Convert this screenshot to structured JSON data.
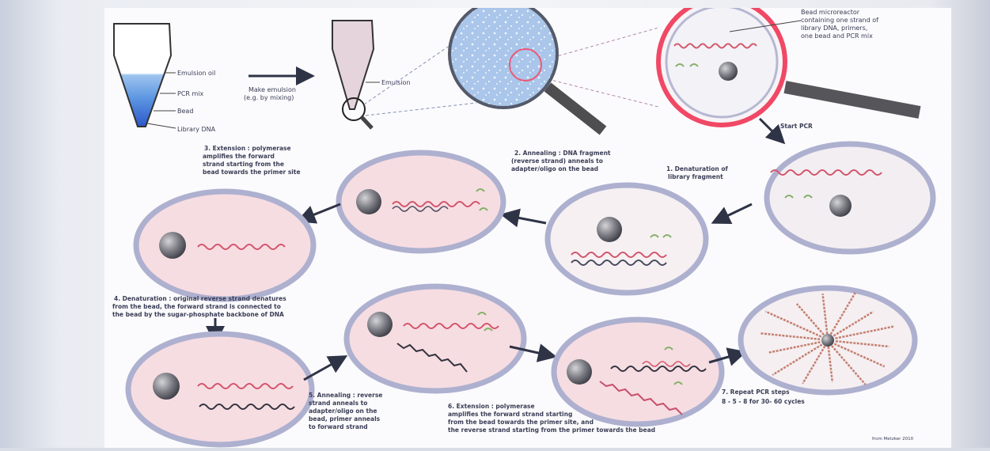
{
  "tube": {
    "labels": [
      "Emulsion oil",
      "PCR mix",
      "Bead",
      "Library DNA"
    ],
    "make_emulsion": [
      "Make emulsion",
      "(e.g. by mixing)"
    ],
    "emulsion": "Emulsion"
  },
  "microreactor": [
    "Bead microreactor",
    "containing one strand of",
    "library DNA, primers,",
    "one bead and PCR mix"
  ],
  "start_pcr": "Start PCR",
  "steps": {
    "s1": [
      "1. Denaturation of",
      "library fragment"
    ],
    "s2": [
      "2. Annealing : DNA fragment",
      "(reverse strand) anneals to",
      "adapter/oligo on the bead"
    ],
    "s3": [
      "3. Extension : polymerase",
      "amplifies the forward",
      "strand starting from the",
      "bead towards the primer site"
    ],
    "s4": [
      "4. Denaturation : original reverse strand denatures",
      "from the bead, the forward strand is connected to",
      "the bead by the sugar-phosphate backbone of DNA"
    ],
    "s5": [
      "5. Annealing : reverse",
      "strand anneals to",
      "adapter/oligo on the",
      "bead, primer anneals",
      "to forward strand"
    ],
    "s6": [
      "6. Extension : polymerase",
      "amplifies the forward strand starting",
      "from the bead towards the primer site, and",
      "the reverse strand starting from the primer towards the bead"
    ],
    "s7": [
      "7. Repeat PCR steps",
      "8 - 5 - 8 for 30- 60 cycles"
    ]
  },
  "credit": "from Metzker 2010"
}
